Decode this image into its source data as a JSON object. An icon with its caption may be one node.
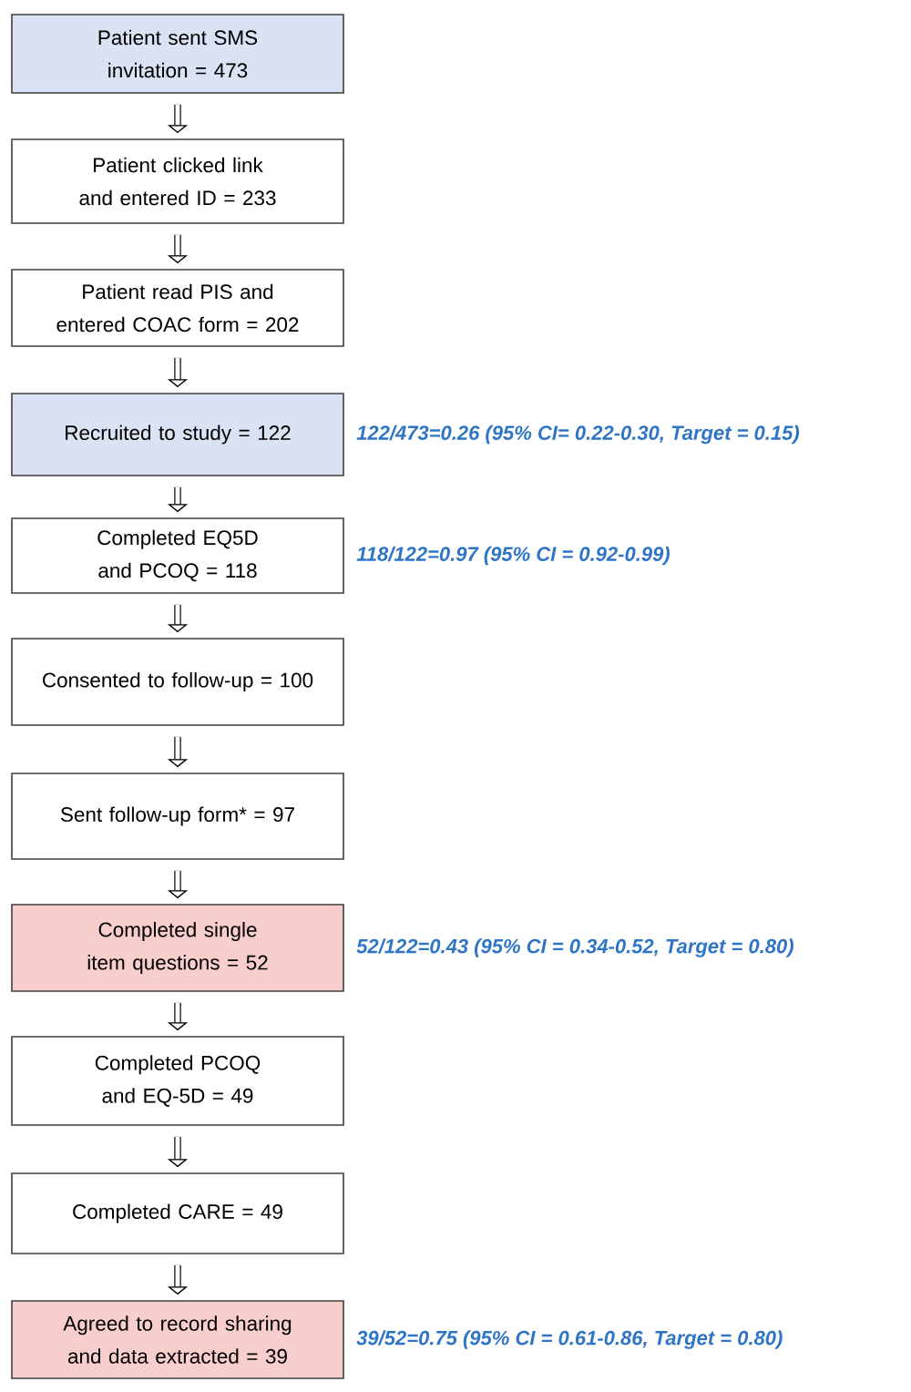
{
  "diagram": {
    "nodes": [
      {
        "text": [
          "Patient sent SMS invitation = 473"
        ]
      },
      {
        "text": [
          "Patient clicked link and entered ID = 233"
        ]
      },
      {
        "text": [
          "Patient read PIS and entered COAC form = 202"
        ]
      },
      {
        "text": [
          "Recruited to study = 122"
        ],
        "beside": [
          "122/473=0.26 (95% CI= 0.22-0.30, Target = 0.15)"
        ]
      },
      {
        "text": [
          "Completed EQ5D and PCOQ = 118"
        ],
        "beside": [
          "118/122=0.97 (95% CI = 0.92-0.99)"
        ]
      },
      {
        "text": [
          "Consented to follow-up = 100"
        ]
      },
      {
        "text": [
          "Sent follow-up form* = 97"
        ]
      },
      {
        "text": [
          "Completed single item questions = 52"
        ],
        "beside": [
          "52/122=0.43 (95% CI = 0.34-0.52, Target = 0.80)"
        ]
      },
      {
        "text": [
          "Completed PCOQ and EQ-5D = 49"
        ]
      },
      {
        "text": [
          "Completed CARE = 49"
        ]
      },
      {
        "text": [
          "Agreed to record sharing and data extracted = 39"
        ],
        "beside": [
          "39/52=0.75 (95% CI = 0.61-0.86, Target = 0.80)"
        ]
      }
    ],
    "edges": [
      {
        "from": 0,
        "to": 1,
        "arrow": "to"
      },
      {
        "from": 1,
        "to": 2,
        "arrow": "to"
      },
      {
        "from": 2,
        "to": 3,
        "arrow": "to"
      },
      {
        "from": 3,
        "to": 4,
        "arrow": "to"
      },
      {
        "from": 4,
        "to": 5,
        "arrow": "to"
      },
      {
        "from": 5,
        "to": 6,
        "arrow": "to"
      },
      {
        "from": 6,
        "to": 7,
        "arrow": "to"
      },
      {
        "from": 7,
        "to": 8,
        "arrow": "to"
      },
      {
        "from": 8,
        "to": 9,
        "arrow": "to"
      },
      {
        "from": 9,
        "to": 10,
        "arrow": "to"
      }
    ]
  }
}
